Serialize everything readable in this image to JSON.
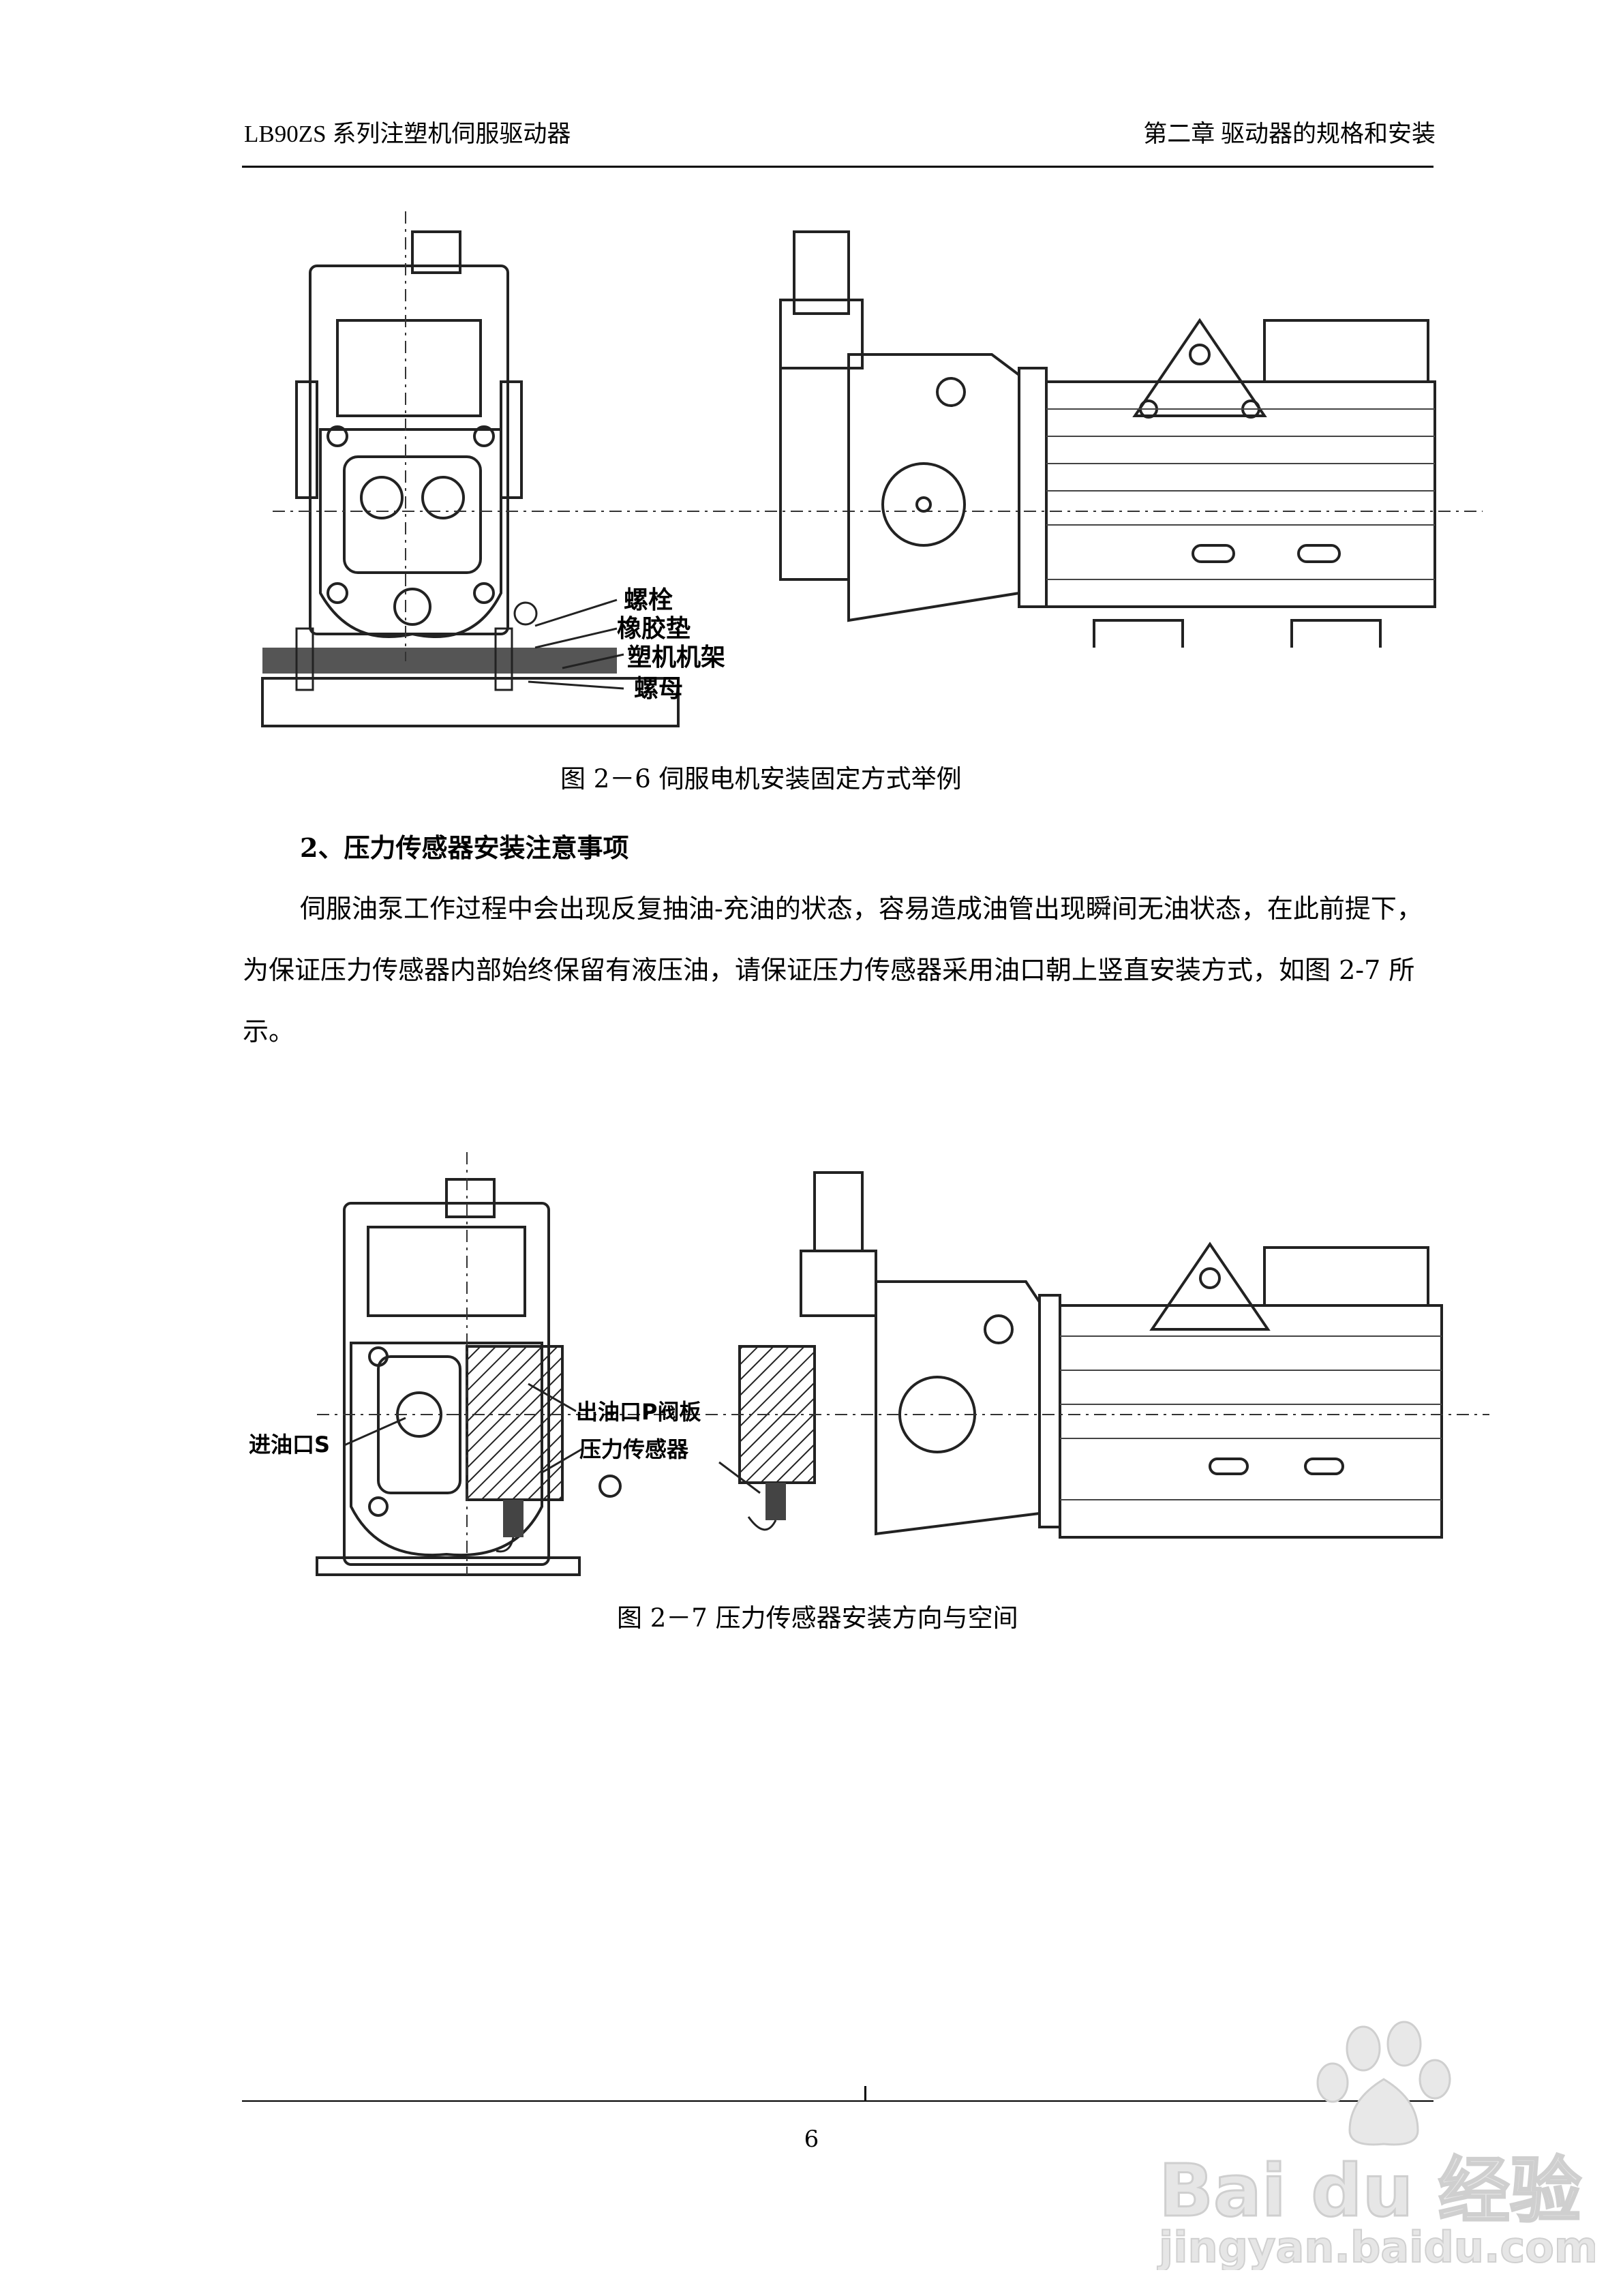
{
  "header": {
    "left": "LB90ZS 系列注塑机伺服驱动器",
    "right": "第二章   驱动器的规格和安装"
  },
  "figure1": {
    "caption": "图 2－6 伺服电机安装固定方式举例",
    "labels": [
      "螺栓",
      "橡胶垫",
      "塑机机架",
      "螺母"
    ]
  },
  "section": {
    "title": "2、压力传感器安装注意事项",
    "paragraph": "伺服油泵工作过程中会出现反复抽油-充油的状态，容易造成油管出现瞬间无油状态，在此前提下，为保证压力传感器内部始终保留有液压油，请保证压力传感器采用油口朝上竖直安装方式，如图 2-7 所示。"
  },
  "figure2": {
    "caption": "图  2－7 压力传感器安装方向与空间",
    "labels": [
      "进油口S",
      "出油口P阀板",
      "压力传感器"
    ]
  },
  "footer": {
    "page_number": "6"
  },
  "watermark": {
    "brand": "Bai du 经验",
    "url": "jingyan.baidu.com"
  }
}
